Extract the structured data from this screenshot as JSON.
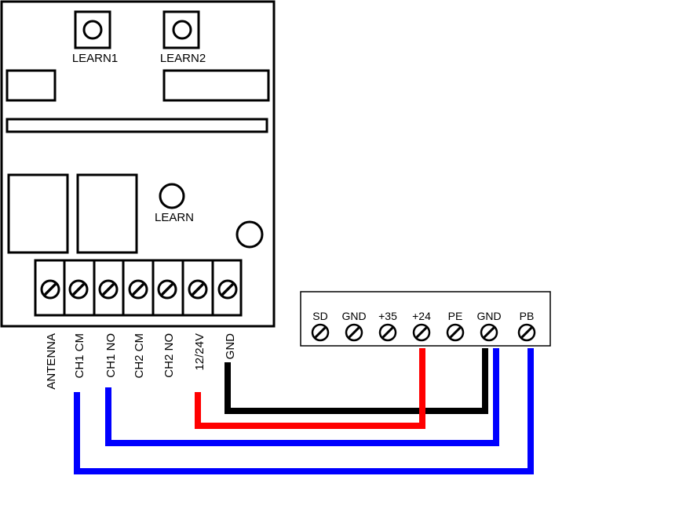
{
  "receiver": {
    "buttons": [
      "LEARN1",
      "LEARN2"
    ],
    "learn_label": "LEARN",
    "terminal_labels": [
      "ANTENNA",
      "CH1 CM",
      "CH1 NO",
      "CH2 CM",
      "CH2 NO",
      "12/24V",
      "GND"
    ]
  },
  "controller": {
    "terminal_labels": [
      "SD",
      "GND",
      "+35",
      "+24",
      "PE",
      "GND",
      "PB"
    ]
  },
  "wires": [
    {
      "from": "GND",
      "to": "GND",
      "color": "#000000"
    },
    {
      "from": "12/24V",
      "to": "+24",
      "color": "#ff0000"
    },
    {
      "from": "CH1 NO",
      "to": "GND",
      "color": "#0000ff"
    },
    {
      "from": "CH1 CM",
      "to": "PB",
      "color": "#0000ff"
    }
  ]
}
